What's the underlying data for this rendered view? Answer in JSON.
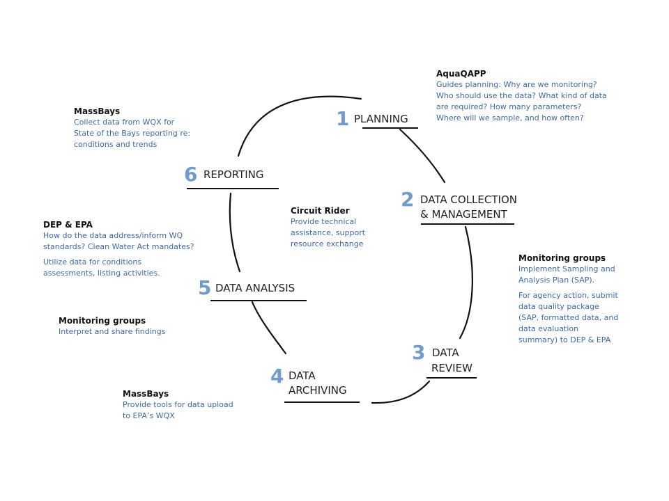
{
  "colors": {
    "number": "#6f9bcf",
    "label": "#1f1f1f",
    "note_text": "#3d6aa3",
    "note_head": "#111111",
    "curve": "#111111"
  },
  "stages": [
    {
      "num": "1",
      "lines": [
        "PLANNING"
      ]
    },
    {
      "num": "2",
      "lines": [
        "DATA COLLECTION",
        "& MANAGEMENT"
      ]
    },
    {
      "num": "3",
      "lines": [
        "DATA",
        "REVIEW"
      ]
    },
    {
      "num": "4",
      "lines": [
        "DATA",
        "ARCHIVING"
      ]
    },
    {
      "num": "5",
      "lines": [
        "DATA ANALYSIS"
      ]
    },
    {
      "num": "6",
      "lines": [
        "REPORTING"
      ]
    }
  ],
  "notes": {
    "aquaqapp": {
      "title": "AquaQAPP",
      "lines": [
        "Guides  planning: Why are we monitoring?",
        "Who should use the data? What kind of data",
        "are required? How many parameters?",
        "Where will we sample, and how often?"
      ]
    },
    "massbays_reporting": {
      "title": "MassBays",
      "lines": [
        "Collect data from WQX for",
        "State of the Bays reporting re:",
        "conditions and trends"
      ]
    },
    "circuit_rider": {
      "title": "Circuit Rider",
      "lines": [
        "Provide technical",
        "assistance, support",
        "resource exchange"
      ]
    },
    "dep_epa": {
      "title": "DEP & EPA",
      "lines": [
        "How do the data address/inform WQ",
        "standards? Clean Water Act mandates?"
      ],
      "lines2": [
        "Utilize data for conditions",
        "assessments, listing activities."
      ]
    },
    "monitoring_collection": {
      "title": "Monitoring groups",
      "lines": [
        "Implement Sampling and",
        "Analysis Plan (SAP)."
      ],
      "lines2": [
        "For agency action, submit",
        "data quality package",
        "(SAP, formatted data, and",
        "data evaluation",
        "summary) to DEP & EPA"
      ]
    },
    "monitoring_analysis": {
      "title": "Monitoring groups",
      "lines": [
        "Interpret and share findings"
      ]
    },
    "massbays_archiving": {
      "title": "MassBays",
      "lines": [
        "Provide tools for data upload",
        "to EPA’s WQX"
      ]
    }
  }
}
